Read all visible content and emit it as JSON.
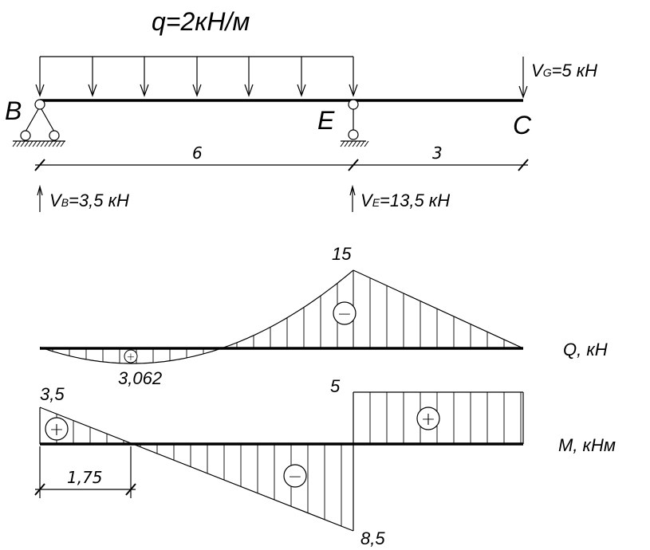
{
  "loading": {
    "load_label": "q=2кН/м",
    "point_load_prefix": "V",
    "point_load_sub": "G",
    "point_load_value": "=5 кН"
  },
  "points": {
    "B": "B",
    "E": "E",
    "C": "C"
  },
  "spans": {
    "span_BE": "6",
    "span_EC": "3"
  },
  "reactions": {
    "VB_prefix": "V",
    "VB_sub": "B",
    "VB_value": "=3,5 кН",
    "VE_prefix": "V",
    "VE_sub": "E",
    "VE_value": "=13,5 кН"
  },
  "shear": {
    "axis_label": "Q, кН",
    "peak_value": "15",
    "min_value": "3,062",
    "sign_positive": "+",
    "sign_negative": "−"
  },
  "moment": {
    "axis_label": "M, кНм",
    "left_value": "3,5",
    "right_value": "5",
    "bottom_value": "8,5",
    "zero_dim": "1,75",
    "sign_positive": "+",
    "sign_negative": "−"
  }
}
